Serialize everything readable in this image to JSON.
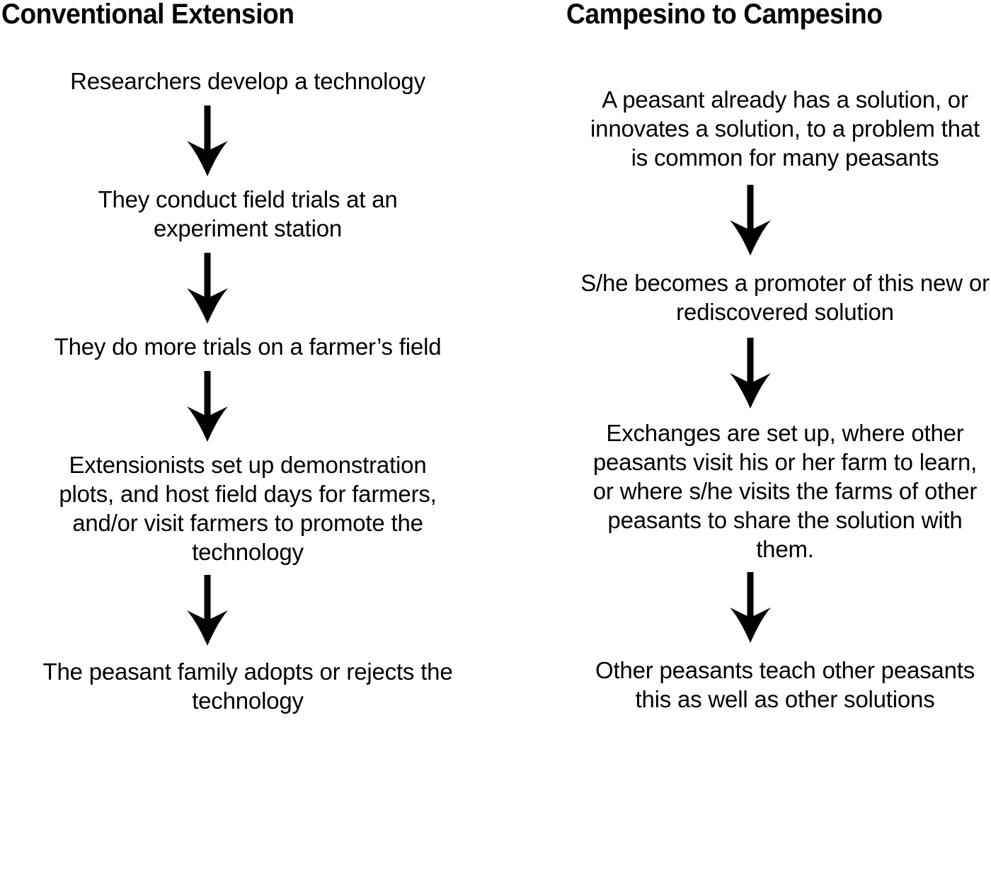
{
  "diagram": {
    "title_left": "Conventional Extension",
    "title_right": "Campesino to Campesino",
    "arrow_icon": "down-arrow-icon",
    "arrow_color": "#000000",
    "background_color": "#ffffff",
    "text_color": "#000000",
    "columns": [
      {
        "id": "conventional-extension",
        "heading": "Conventional Extension",
        "steps": [
          "Researchers develop a technology",
          "They conduct field trials at an experiment station",
          "They do more trials on a farmer’s field",
          "Extensionists set up demonstration plots, and host field days for farmers, and/or visit farmers to promote the technology",
          "The peasant family adopts or rejects the technology"
        ],
        "arrow_count": 4
      },
      {
        "id": "campesino-to-campesino",
        "heading": "Campesino to Campesino",
        "steps": [
          "A peasant already has a solution, or innovates a solution, to a problem that is common for many peasants",
          "S/he becomes a promoter of this new or rediscovered solution",
          "Exchanges are set up, where other peasants visit his or her farm to learn, or where s/he visits the farms of other peasants to share the solution with them.",
          "Other peasants teach other peasants this as well as other solutions"
        ],
        "arrow_count": 3
      }
    ]
  }
}
